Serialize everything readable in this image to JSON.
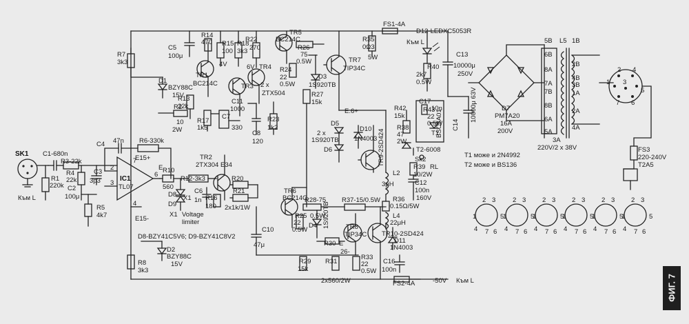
{
  "figure_tag": "ФИГ. 7",
  "labels": {
    "sk1": "SK1",
    "c1": "C1-680n",
    "r3": "R3-22k",
    "r1": "R1",
    "r1v": "220k",
    "r4": "R4",
    "r4v": "22k",
    "c3": "C3",
    "c3v": "3p3",
    "c2": "C2",
    "c2v": "100μ",
    "r5": "R5",
    "r5v": "4k7",
    "ic1": "IC1",
    "ic1v": "TL07",
    "c4": "C4",
    "c4v": "47n",
    "r6": "R6-330k",
    "e15p": "E15+",
    "e15m": "E15-",
    "e": "E",
    "r10": "R10",
    "r10v": "560",
    "d8": "D8",
    "d9": "D9",
    "x1a": "X1",
    "x1b": "X1",
    "r12": "R12-3k3",
    "c6": "C6",
    "c6v": "1n",
    "r16": "R16",
    "r16v": "180",
    "r20": "R20",
    "r21": "R21",
    "r21v": "2x1k/1W",
    "vlim1": "Voltage",
    "vlim2": "limiter",
    "tr2": "TR2",
    "tr2v": "2TX304",
    "e34": "E34",
    "d8d9": "D8-BZY41C5V6; D9-BZY41C8V2",
    "d2": "D2",
    "d2v": "BZY88C",
    "d2w": "15V",
    "r8": "R8",
    "r8v": "3k3",
    "r7": "R7",
    "r7v": "3k3",
    "d1": "D1",
    "d1v": "BZY88C",
    "d1w": "15V",
    "c5": "C5",
    "c5v": "100μ",
    "tr1": "TR1",
    "tr1v": "BC214C",
    "r14": "R14",
    "r14v": "470",
    "r15": "R15",
    "r15v": "100",
    "r18": "R18",
    "r18v": "3k3",
    "r22": "R22",
    "r22v": "270",
    "tr3": "TR3",
    "tr4": "TR4",
    "tr34v1": "2 x",
    "tr34v2": "ZTX504",
    "r13": "R13",
    "r13v": "22k",
    "r2": "R2",
    "r2v": "10",
    "r2w": "2W",
    "r17": "R17",
    "r17v": "1k5",
    "c7": "C7",
    "c7v": "330",
    "c11": "C11",
    "c11v": "1000",
    "c8": "C8",
    "c8v": "120",
    "r23": "R23",
    "r23v": "1k2",
    "tr5": "TR5",
    "tr5v": "BC214C",
    "r26": "R26",
    "r26v": "75",
    "r26w": "0.5W",
    "r24": "R24",
    "r24v": "22",
    "r24w": "0.5W",
    "d3": "D3",
    "d3v": "1S920TB",
    "r27": "R27",
    "r27v": "15k",
    "tr7": "TR7",
    "tr7v": "TIP34C",
    "r35": "R35",
    "r35v": "0Ω3",
    "r35w": "5W",
    "fs1": "FS1-4A",
    "d12": "D12-LEDXC5053R",
    "kam1": "Към L",
    "e6": "E.6+",
    "d5": "D5",
    "d6": "D6",
    "d56v1": "2 x",
    "d56v2": "1S920TB",
    "d10": "D10",
    "d10v": "1N4003",
    "tr9": "TR9-2SD424",
    "r42": "R42",
    "r42v": "15k",
    "r40": "R40",
    "r40v": "2k7",
    "r40w": "0.5W",
    "c13": "C13",
    "c13v": "10000μ",
    "c13w": "250V",
    "c14": "C14",
    "c14v": "10000μ 63V",
    "c17": "C17",
    "c17v": "10n",
    "r43": "R43",
    "r43v": "22",
    "r43w": "0.5W",
    "t1": "T1",
    "t1v": "BSC3A01",
    "r38": "R38",
    "r38v": "47",
    "r38w": "2W",
    "t2": "T2-6008",
    "sk2": "Sk2",
    "r39": "R39",
    "r39v": "10/2W",
    "rl": "RL",
    "l2": "L2",
    "l2v": "3μH",
    "c12": "C12",
    "c12v": "100n",
    "c12w": "160V",
    "r36": "R36",
    "r36v": "0.15Ω/5W",
    "l4": "L4",
    "l4v": "22μH",
    "t1note": "T1 може и 2N4992",
    "t2note": "T2 може и BS136",
    "d7": "D7",
    "d7v": "PM7A20",
    "d7a": "16A",
    "d7w": "200V",
    "tr6": "TR6",
    "tr6v": "BC214C",
    "r28": "R28-75",
    "r28w": "0.5W",
    "r37": "R37-15/0.5W",
    "r25": "R25",
    "r25v": "22",
    "r25w": "0.5W",
    "d4": "D4",
    "d4v": "1S920TB",
    "tr8": "TR8",
    "tr8v": "TIP34C",
    "tr10": "TR10-2SD424",
    "d11": "D11",
    "d11v": "1N4003",
    "r30": "R30",
    "e26": "E",
    "e26v": "26-",
    "c10": "C10",
    "c10v": "47μ",
    "r29": "R29",
    "r29v": "15k",
    "r31": "R31",
    "r33": "R33",
    "r33v": "22",
    "r33w": "0.5W",
    "c16": "C16",
    "c16v": "100n",
    "r2x560": "2x560/2W",
    "fs2": "FS2-4A",
    "m50": "-50V",
    "kam2": "Към L",
    "kam3": "Към L",
    "plus4v": "4V",
    "plus6v": "6V",
    "l5": "L5",
    "tap5b": "5B",
    "tap6b": "6B",
    "tap8a": "8A",
    "tap7a": "7A",
    "tap7b": "7B",
    "tap8b": "8B",
    "tap6a": "6A",
    "tap5a": "5A",
    "tap1b": "1B",
    "tap2b": "2B",
    "tap4b": "4B",
    "tap3b": "3B",
    "tap1a": "1A",
    "tap3a": "3A",
    "tap2a": "2A",
    "tap4a": "4A",
    "trafo": "220V/2 x 38V",
    "trafo3a": "3A",
    "fs3": "FS3",
    "fs3v": "220-240V",
    "fs3w": "T2A5",
    "pin1": "1",
    "pin2": "2",
    "pin3": "3",
    "pin4": "4",
    "pin5": "5",
    "pin6": "6",
    "pin7": "7",
    "ic_pin2": "2",
    "ic_pin3": "3",
    "ic_pin4": "4",
    "ic_pin6": "6",
    "ic_pin7": "7"
  },
  "din_connector_pins": [
    "1",
    "2",
    "3",
    "4",
    "5",
    "6",
    "7"
  ]
}
